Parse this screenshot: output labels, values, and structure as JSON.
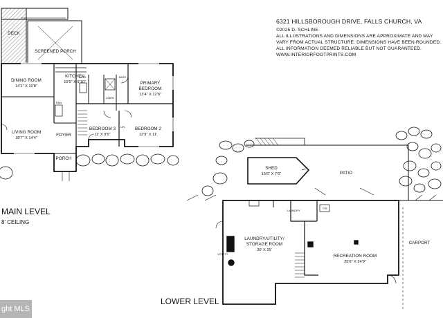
{
  "header": {
    "address": "6321 HILLSBOROUGH DRIVE, FALLS CHURCH, VA",
    "copyright": "©2025 D. SCHLINE",
    "disclaimer_lines": [
      "ALL ILLUSTRATIONS AND DIMENSIONS ARE APPROXIMATE AND MAY",
      "VARY FROM ACTUAL STRUCTURE. DIMENSIONS HAVE BEEN ROUNDED.",
      "ALL INFORMATION DEEMED RELIABLE BUT NOT GUARANTEED."
    ],
    "website": "WWW.INTERIORFOOTPRINTS.COM"
  },
  "main_level": {
    "title": "MAIN LEVEL",
    "ceiling": "8' CEILING",
    "rooms": {
      "deck": "DECK",
      "screened_porch": "SCREENED PORCH",
      "dining_room": {
        "name": "DINING ROOM",
        "dims": "14'1\" X 10'8\""
      },
      "kitchen": {
        "name": "KITCHEN",
        "dims": "10'5\" X 9'10\""
      },
      "primary_bedroom": {
        "name": [
          "PRIMARY",
          "BEDROOM"
        ],
        "dims": "13'4\" X 12'8\""
      },
      "living_room": {
        "name": "LIVING ROOM",
        "dims": "18'7\" X 14'4\""
      },
      "bedroom_3": {
        "name": "BEDROOM 3",
        "dims": "11' X 9'5\""
      },
      "bedroom_2": {
        "name": "BEDROOM 2",
        "dims": "12'9\" X 11'"
      },
      "foyer": "FOYER",
      "porch": "PORCH",
      "bath_1": "BATH",
      "bath_2": "BATH",
      "linen": "LINEN",
      "pan": "PAN",
      "lin": "LIN"
    }
  },
  "lower_level": {
    "title": "LOWER LEVEL",
    "rooms": {
      "shed": {
        "name": "SHED",
        "dims": "15'6\" X 7'6\""
      },
      "patio": "PATIO",
      "laundry_room": {
        "name": [
          "LAUNDRY/UTILITY/",
          "STORAGE ROOM"
        ],
        "dims": "30' X 25'"
      },
      "utility": "UTILITY",
      "laundry": "LAUNDRY",
      "recreation_room": {
        "name": "RECREATION ROOM",
        "dims": "25'6\" X 24'9\""
      },
      "carport": "CARPORT",
      "pr": "P.R."
    }
  },
  "watermark": "ght MLS"
}
